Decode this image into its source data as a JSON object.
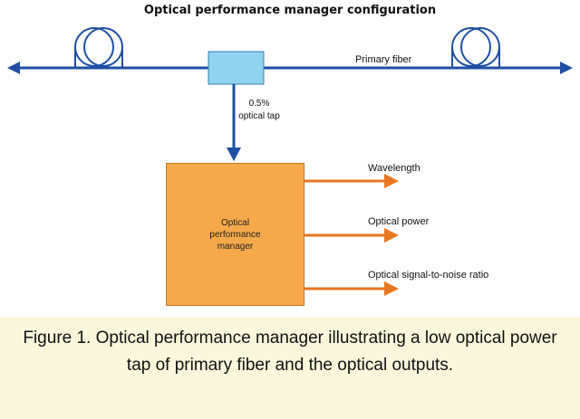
{
  "diagram": {
    "title": "Optical performance manager configuration",
    "primary_fiber_label": "Primary fiber",
    "tap_label_line1": "0.5%",
    "tap_label_line2": "optical tap",
    "manager_label": "Optical performance manager",
    "outputs": [
      "Wavelength",
      "Optical power",
      "Optical signal-to-noise ratio"
    ],
    "colors": {
      "fiber_line": "#1f4fa3",
      "coil": "#1f4fa3",
      "tap_box": "#8fd3f0",
      "manager_box": "#f5a94a",
      "output_arrow": "#e87722",
      "caption_bg": "#fbf7dc"
    }
  },
  "caption": {
    "text": "Figure 1. Optical performance manager illustrating a low optical power tap of primary fiber and the optical outputs."
  }
}
